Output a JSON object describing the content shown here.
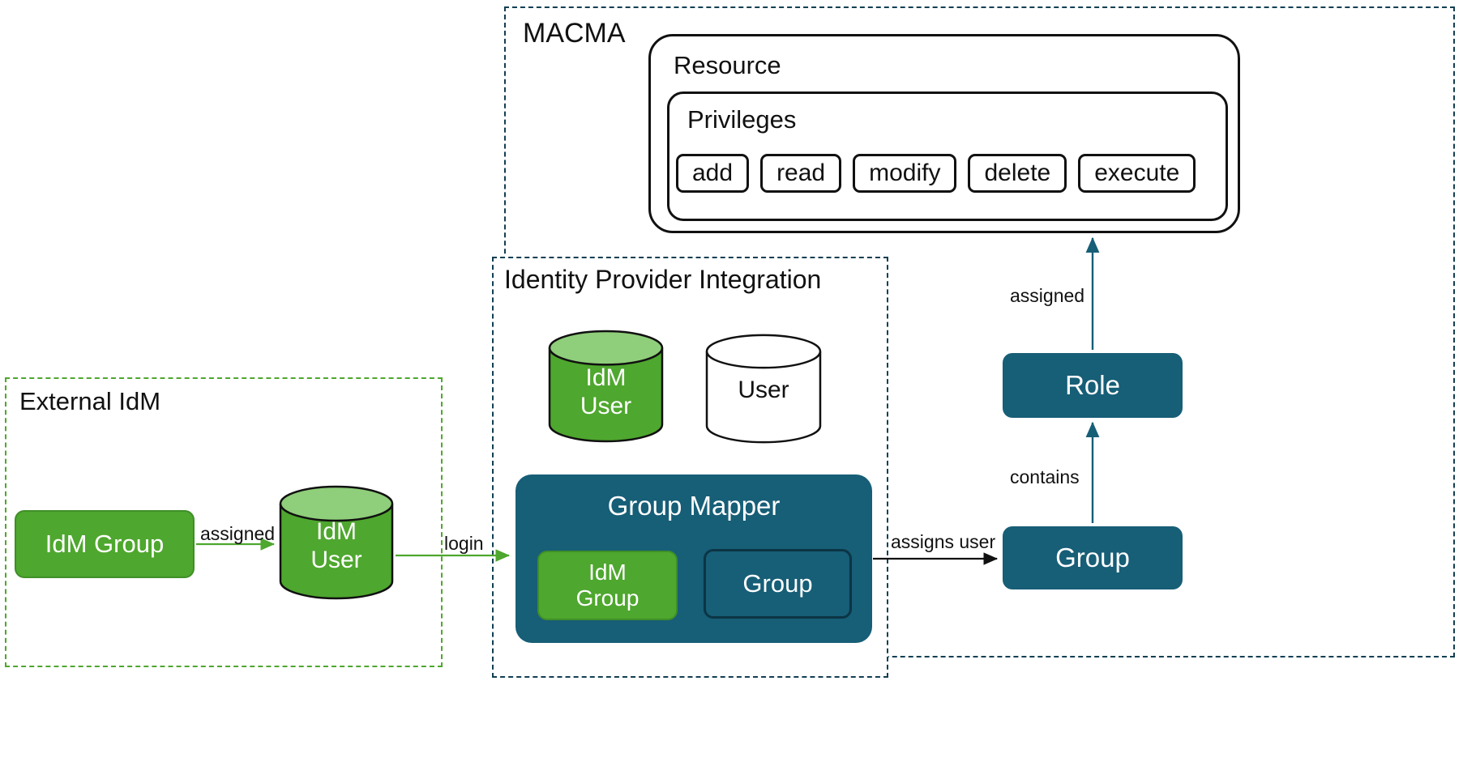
{
  "colors": {
    "green": "#4EA72E",
    "green-light": "#8FCE7A",
    "teal": "#175E77",
    "dashed-border": "#123F52"
  },
  "macma": {
    "label": "MACMA",
    "resource": {
      "label": "Resource",
      "privileges": {
        "label": "Privileges",
        "items": [
          "add",
          "read",
          "modify",
          "delete",
          "execute"
        ]
      }
    },
    "role_label": "Role",
    "group_label": "Group",
    "arrow_assigned_label": "assigned",
    "arrow_contains_label": "contains"
  },
  "external_idm": {
    "label": "External IdM",
    "idm_group_label": "IdM Group",
    "idm_user_label": "IdM\nUser",
    "arrow_assigned_label": "assigned",
    "arrow_login_label": "login"
  },
  "idp": {
    "label": "Identity Provider Integration",
    "idm_user_cylinder_label": "IdM\nUser",
    "user_cylinder_label": "User",
    "group_mapper": {
      "label": "Group Mapper",
      "idm_group_label": "IdM\nGroup",
      "group_label": "Group"
    },
    "arrow_assigns_user_label": "assigns user"
  }
}
